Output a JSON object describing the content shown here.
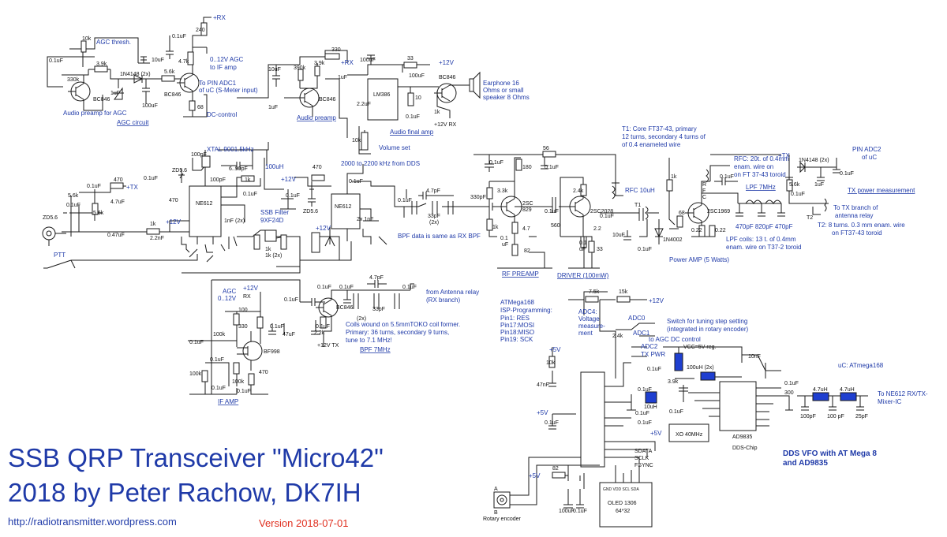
{
  "title": {
    "line1": "SSB QRP Transceiver \"Micro42\"",
    "line2": "2018 by Peter Rachow, DK7IH",
    "url": "http://radiotransmitter.wordpress.com",
    "version": "Version 2018-07-01"
  },
  "sections": {
    "agc": "AGC circuit",
    "audio_preamp": "Audio preamp",
    "audio_final": "Audio final amp",
    "if_amp": "IF AMP",
    "bpf": "BPF 7MHz",
    "rf_preamp": "RF PREAMP",
    "driver": "DRIVER (100mW)",
    "power_amp": "Power AMP (5 Watts)",
    "tx_power": "TX power measurement",
    "dds_vfo_line1": "DDS VFO with AT Mega 8",
    "dds_vfo_line2": "and AD9835"
  },
  "notes": {
    "agc_thresh": "AGC thresh.",
    "preamp_agc": "Audio preamp for AGC",
    "agc_out": "0..12V AGC",
    "agc_out2": "to IF amp",
    "pin_adc1": "To PIN ADC1",
    "pin_adc1b": "of uC (S-Meter input)",
    "dc_control": "DC-control",
    "earphone1": "Earphone 16",
    "earphone2": "Ohms or small",
    "earphone3": "speaker 8 Ohms",
    "volume": "Volume set",
    "xtal": "XTAL 9001.5kHz",
    "ssb_filter1": "SSB Filter",
    "ssb_filter2": "9XF24D",
    "vfo_range": "2000 to 2200 kHz from DDS",
    "bpf_same": "BPF data is same as RX BPF",
    "from_ant1": "from Antenna relay",
    "from_ant2": "(RX branch)",
    "coils1": "Coils wound on 5.5mmTOKO coil former.",
    "coils2": "Primary: 36 turns, secondary 9 turns,",
    "coils3": "tune to 7.1 MHz!",
    "t1_1": "T1: Core FT37-43, primary",
    "t1_2": "12 turns, secondary 4 turns of",
    "t1_3": "of 0.4 enameled wire",
    "rfc1": "RFC: 20t. of 0.4mm",
    "rfc2": "enam. wire on",
    "rfc3": "on FT 37-43 toroid",
    "lpf_label": "LPF 7MHz",
    "lpf_caps": "470pF  820pF  470pF",
    "lpf_coils1": "LPF coils: 13 t. of 0.4mm",
    "lpf_coils2": "enam. wire on T37-2 toroid",
    "pin_adc2a": "PIN ADC2",
    "pin_adc2b": "of uC",
    "tx_branch1": "To TX branch of",
    "tx_branch2": "antenna relay",
    "t2_1": "T2: 8 turns. 0.3 mm enam. wire",
    "t2_2": "on FT37-43 toroid",
    "atmega1": "ATMega168",
    "atmega2": "ISP-Programming:",
    "atmega3": "Pin1: RES",
    "atmega4": "Pin17:MOSI",
    "atmega5": "Pin18:MISO",
    "atmega6": "Pin19: SCK",
    "adc4_1": "ADC4:",
    "adc4_2": "Voltage",
    "adc4_3": "measure-",
    "adc4_4": "ment",
    "adc0": "ADC0",
    "adc0_note1": "Switch for tuning step setting",
    "adc0_note2": "(integrated in rotary encoder)",
    "adc1": "ADC1",
    "adc1_note": "to AGC DC control",
    "adc2": "ADC2",
    "adc2_note": "TX PWR",
    "vcc_reg": "VCC=5V reg.",
    "uc_label": "uC: ATmega168",
    "ne612_out1": "To NE612 RX/TX-",
    "ne612_out2": "Mixer-IC",
    "xo": "XO 40MHz",
    "ad9835": "AD9835",
    "dds_chip": "DDS-Chip",
    "sdata": "SDATA",
    "sclk": "SCLK",
    "fsync": "FSYNC",
    "oled1": "OLED 1306",
    "oled2": "64*32",
    "oled_pins": "GND VDD SCL SDA",
    "rotary": "Rotary encoder",
    "ptt": "PTT",
    "rfc10u": "RFC 10uH",
    "uh100": "100uH"
  },
  "parts": {
    "ic_ne612": "NE612",
    "ic_lm386": "LM386",
    "q_bc846": "BC846",
    "q_2sc829": "2SC 829",
    "q_2sc2028": "2SC2028",
    "q_2sc1969": "2SC1969",
    "q_bf998": "BF998",
    "d_1n4148": "1N4148 (2x)",
    "d_1n4002": "1N4002",
    "zd": "ZD5.6",
    "rx": "+RX",
    "tx": "+TX",
    "v12": "+12V",
    "v5": "+5V",
    "v12rx": "+12V RX",
    "v12tx": "+12V TX",
    "t1": "T1",
    "t2": "T2",
    "nf1_2x": "1nF (2x)",
    "nf1_2x_b": "2x 1nF",
    "k1_2x": "1k (2x)",
    "pf33_2x": "33pF (2x)",
    "uh100_2x": "100uH (2x)"
  }
}
